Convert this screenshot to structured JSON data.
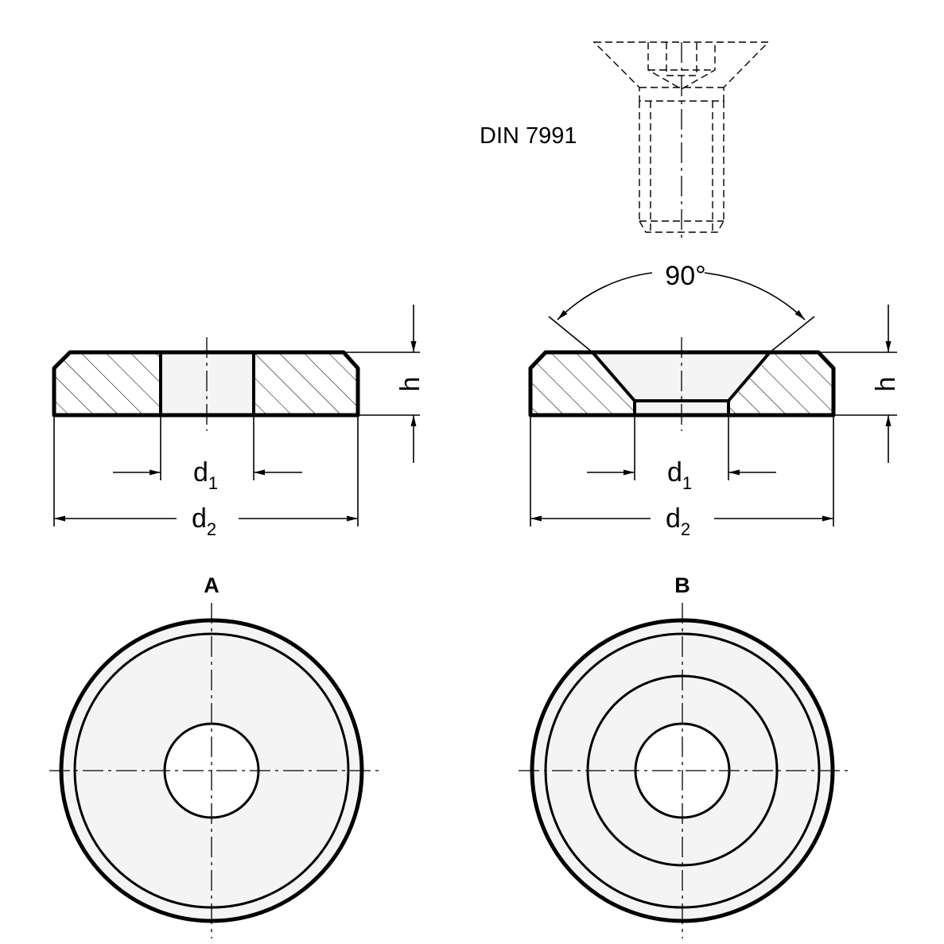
{
  "labels": {
    "standard": "DIN 7991",
    "angle": "90°",
    "height": "h",
    "inner_diameter": "d",
    "inner_diameter_sub": "1",
    "outer_diameter": "d",
    "outer_diameter_sub": "2",
    "view_a": "A",
    "view_b": "B"
  },
  "colors": {
    "line": "#000000",
    "face_fill": "#f4f4f4",
    "background": "#ffffff"
  }
}
